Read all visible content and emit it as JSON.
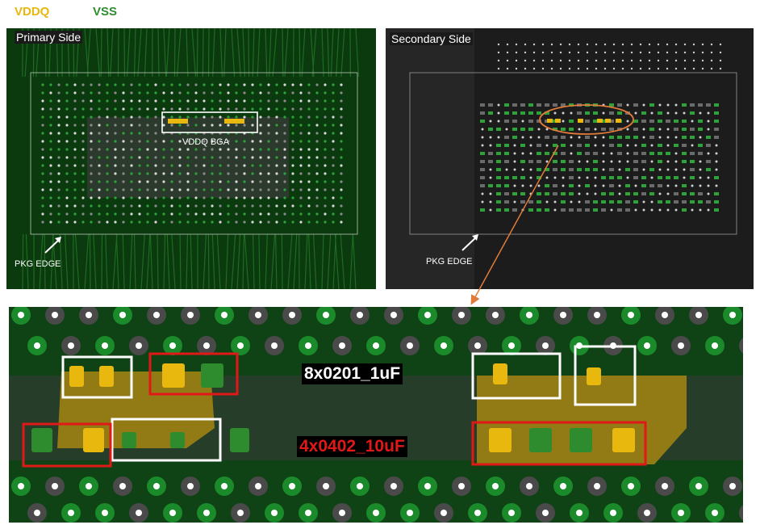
{
  "legend": {
    "vddq_label": "VDDQ",
    "vss_label": "VSS",
    "vddq_color": "#e8b80f",
    "vss_color": "#2e8b2e"
  },
  "primary": {
    "title": "Primary Side",
    "bga_label": "VDDQ BGA",
    "edge_label": "PKG EDGE"
  },
  "secondary": {
    "title": "Secondary Side",
    "edge_label": "PKG EDGE"
  },
  "zoom": {
    "cap_0201_label": "8x0201_1uF",
    "cap_0402_label": "4x0402_10uF",
    "callout_color_white": "#ffffff",
    "callout_color_red": "#e01818",
    "link_color": "#e07b39"
  }
}
